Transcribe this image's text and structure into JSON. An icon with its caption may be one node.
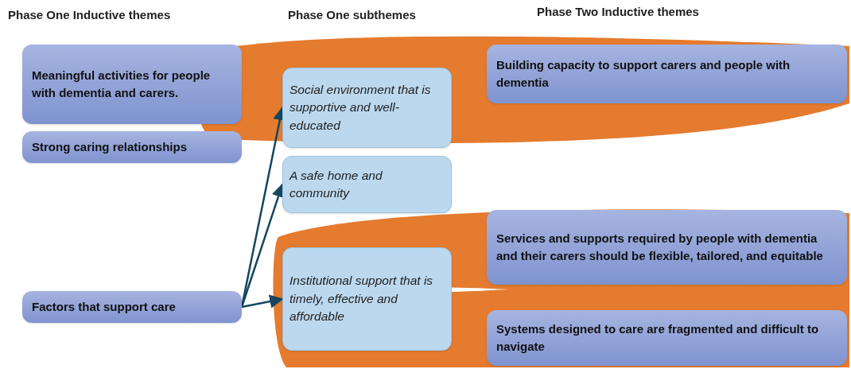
{
  "diagram": {
    "nodes": [
      {
        "text": [
          "Meaningful activities for people with dementia and carers."
        ]
      },
      {
        "text": [
          "Strong caring relationships"
        ]
      },
      {
        "text": [
          "Factors that support care"
        ]
      },
      {
        "text": [
          "Social environment that is supportive and well-educated"
        ]
      },
      {
        "text": [
          "A safe home and community"
        ]
      },
      {
        "text": [
          "Institutional support that is timely, effective and affordable"
        ]
      },
      {
        "text": [
          "Building capacity to support carers and people with dementia"
        ]
      },
      {
        "text": [
          "Services and supports required by people with dementia and their carers should be flexible, tailored, and equitable"
        ]
      },
      {
        "text": [
          "Systems designed to care are fragmented and difficult to navigate"
        ]
      }
    ],
    "edges": [
      {
        "from": 2,
        "to": 3,
        "arrow": "to"
      },
      {
        "from": 2,
        "to": 4,
        "arrow": "to"
      },
      {
        "from": 2,
        "to": 5,
        "arrow": "to"
      }
    ],
    "labels": [
      "Phase One Inductive themes",
      "Phase One subthemes",
      "Phase Two Inductive themes"
    ]
  }
}
